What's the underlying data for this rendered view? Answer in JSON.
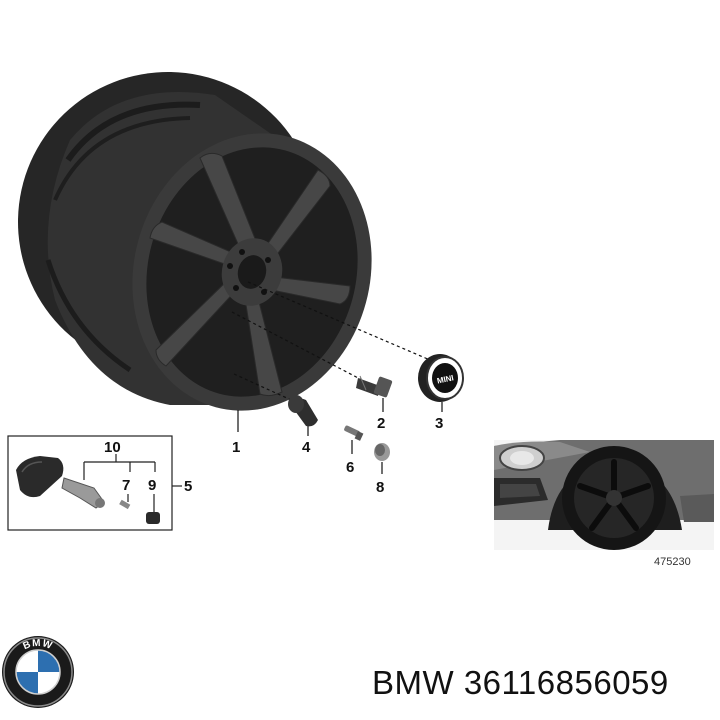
{
  "callouts": {
    "c1": "1",
    "c2": "2",
    "c3": "3",
    "c4": "4",
    "c5": "5",
    "c6": "6",
    "c7": "7",
    "c8": "8",
    "c9": "9",
    "c10": "10"
  },
  "cap_logo_text": "MINI",
  "reference_code": "475230",
  "brand_logo_text": "BMW",
  "part_line": "BMW 36116856059",
  "colors": {
    "wheel_dark": "#2b2b2b",
    "wheel_mid": "#454545",
    "line": "#111111",
    "background": "#ffffff"
  }
}
